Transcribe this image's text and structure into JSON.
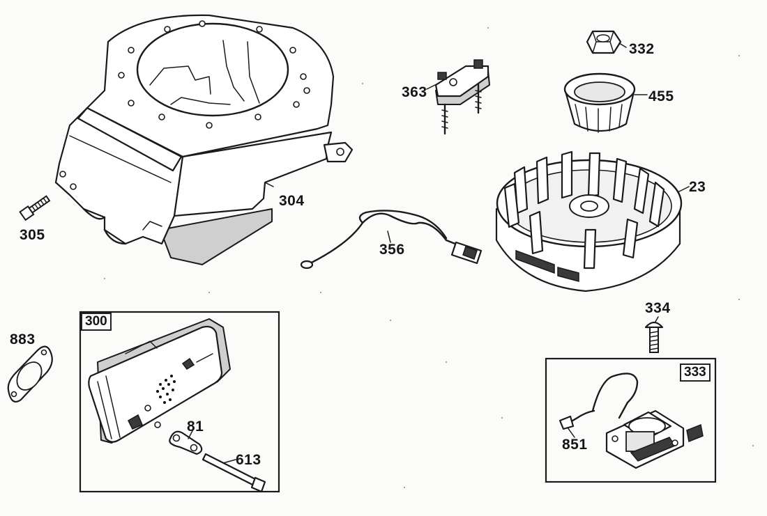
{
  "diagram": {
    "parts": [
      {
        "number": "304"
      },
      {
        "number": "305"
      },
      {
        "number": "363"
      },
      {
        "number": "332"
      },
      {
        "number": "455"
      },
      {
        "number": "23"
      },
      {
        "number": "356"
      },
      {
        "number": "334"
      },
      {
        "number": "883"
      },
      {
        "number": "81"
      },
      {
        "number": "613"
      },
      {
        "number": "851"
      }
    ],
    "assemblies": [
      {
        "number": "300"
      },
      {
        "number": "333"
      }
    ]
  }
}
